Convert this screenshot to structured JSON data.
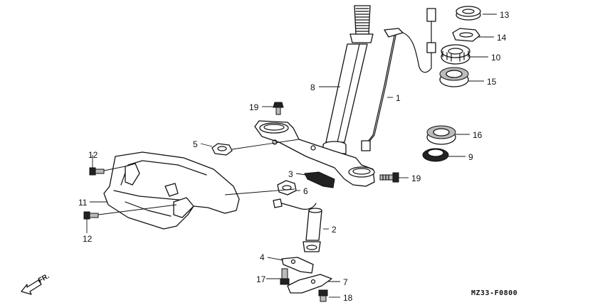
{
  "diagram": {
    "code": "MZ33-F0800",
    "direction_label": "FR.",
    "callouts": {
      "c1": "1",
      "c2": "2",
      "c3": "3",
      "c4": "4",
      "c5": "5",
      "c6": "6",
      "c7": "7",
      "c8": "8",
      "c9": "9",
      "c10": "10",
      "c11": "11",
      "c12a": "12",
      "c12b": "12",
      "c13": "13",
      "c14": "14",
      "c15": "15",
      "c16": "16",
      "c17": "17",
      "c18": "18",
      "c19a": "19",
      "c19b": "19"
    }
  }
}
